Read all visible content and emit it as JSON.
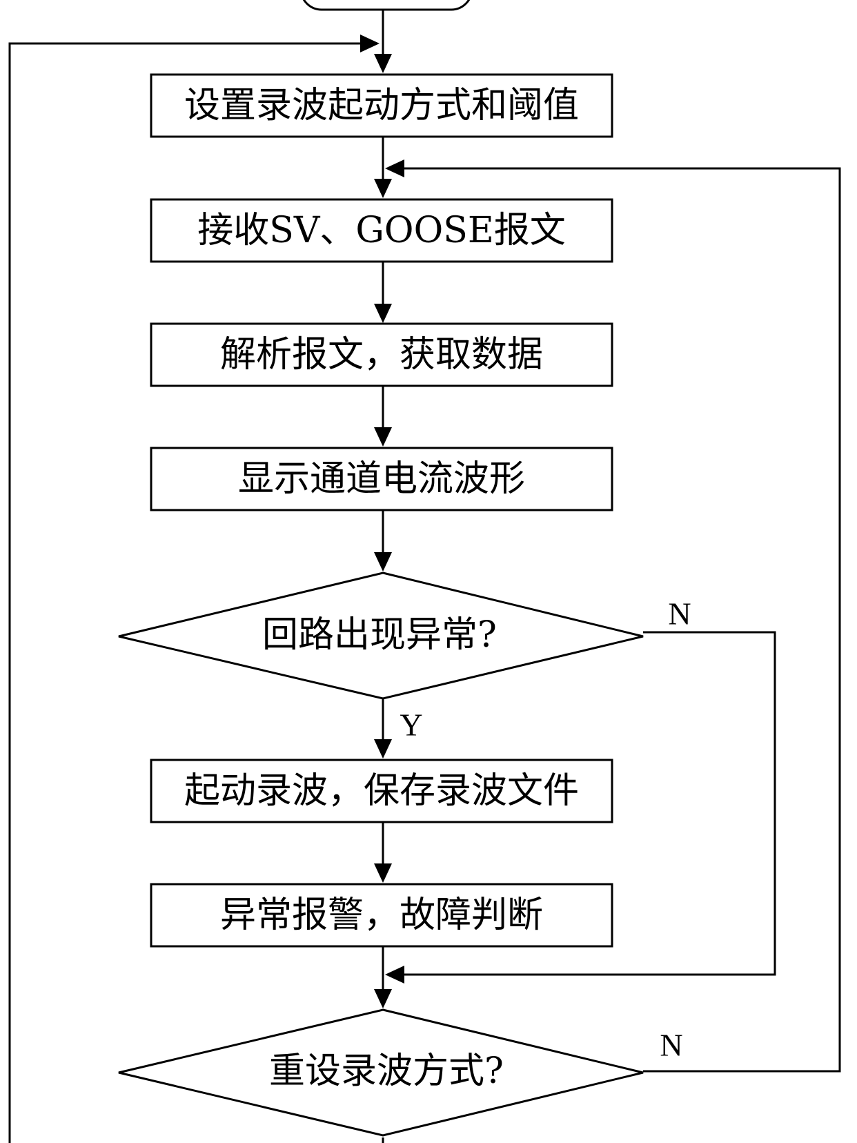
{
  "steps": {
    "set_trigger": "设置录波起动方式和阈值",
    "receive": "接收SV、GOOSE报文",
    "parse": "解析报文，获取数据",
    "display": "显示通道电流波形",
    "start_record": "起动录波，保存录波文件",
    "alarm": "异常报警，故障判断"
  },
  "decisions": {
    "loop_abnormal": "回路出现异常?",
    "reset_mode": "重设录波方式?"
  },
  "branches": {
    "abnormal_no": "N",
    "abnormal_yes": "Y",
    "reset_no": "N"
  }
}
